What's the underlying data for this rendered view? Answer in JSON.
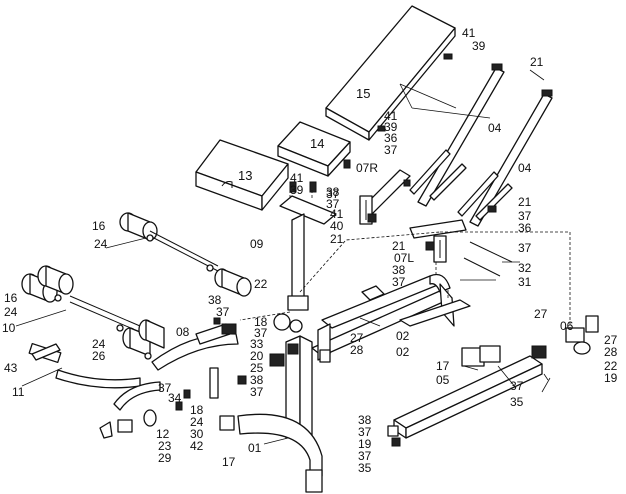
{
  "labels": {
    "p01": "01",
    "p02a": "02",
    "p02b": "02",
    "p04a": "04",
    "p04b": "04",
    "p05": "05",
    "p06": "06",
    "p07R": "07R",
    "p07L": "07L",
    "p08": "08",
    "p09": "09",
    "p10": "10",
    "p11": "11",
    "p12": "12",
    "p13": "13",
    "p14": "14",
    "p15": "15",
    "p16a": "16",
    "p16b": "16",
    "p17a": "17",
    "p17b": "17",
    "p18a": "18",
    "p18b": "18",
    "p19a": "19",
    "p19b": "19",
    "p20": "20",
    "p21a": "21",
    "p21b": "21",
    "p21c": "21",
    "p21d": "21",
    "p22a": "22",
    "p22b": "22",
    "p23": "23",
    "p24a": "24",
    "p24b": "24",
    "p24c": "24",
    "p24d": "24",
    "p25": "25",
    "p26": "26",
    "p27a": "27",
    "p27b": "27",
    "p27c": "27",
    "p28a": "28",
    "p28b": "28",
    "p29": "29",
    "p30": "30",
    "p31": "31",
    "p32": "32",
    "p33": "33",
    "p34": "34",
    "p35a": "35",
    "p35b": "35",
    "p36a": "36",
    "p36b": "36",
    "p37a": "37",
    "p37b": "37",
    "p37c": "37",
    "p37d": "37",
    "p37e": "37",
    "p37f": "37",
    "p37g": "37",
    "p37h": "37",
    "p37i": "37",
    "p37j": "37",
    "p37k": "37",
    "p37l": "37",
    "p37m": "37",
    "p38a": "38",
    "p38b": "38",
    "p38c": "38",
    "p38d": "38",
    "p38e": "38",
    "p39a": "39",
    "p39b": "39",
    "p39c": "39",
    "p40": "40",
    "p41a": "41",
    "p41b": "41",
    "p41c": "41",
    "p41d": "41",
    "p42": "42",
    "p43": "43"
  }
}
